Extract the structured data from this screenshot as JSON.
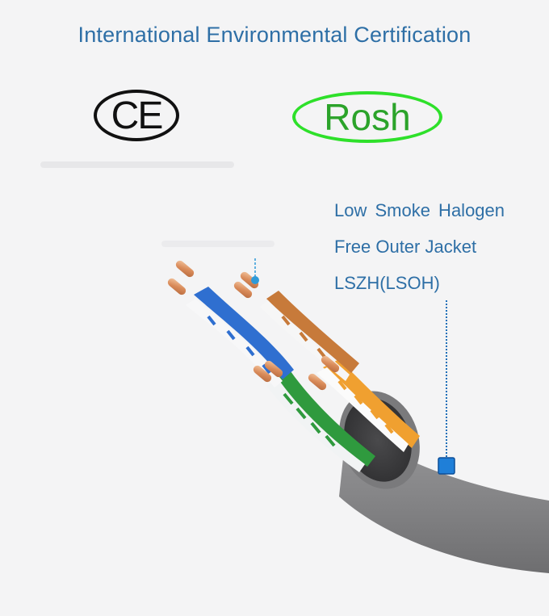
{
  "header": {
    "title": "International Environmental Certification"
  },
  "certifications": [
    {
      "label": "CE",
      "color": "#111111"
    },
    {
      "label": "Rosh",
      "color": "#2ee02a"
    }
  ],
  "callout": {
    "lines": [
      "Low Smoke  Halogen",
      "Free Outer Jacket",
      "LSZH(LSOH)"
    ],
    "color": "#2e6fa6"
  },
  "cable": {
    "jacket_color": "#8a8a8c",
    "pair_colors": [
      "#2f6fd0",
      "#c77a3a",
      "#2f9a3e",
      "#f0a030"
    ]
  }
}
